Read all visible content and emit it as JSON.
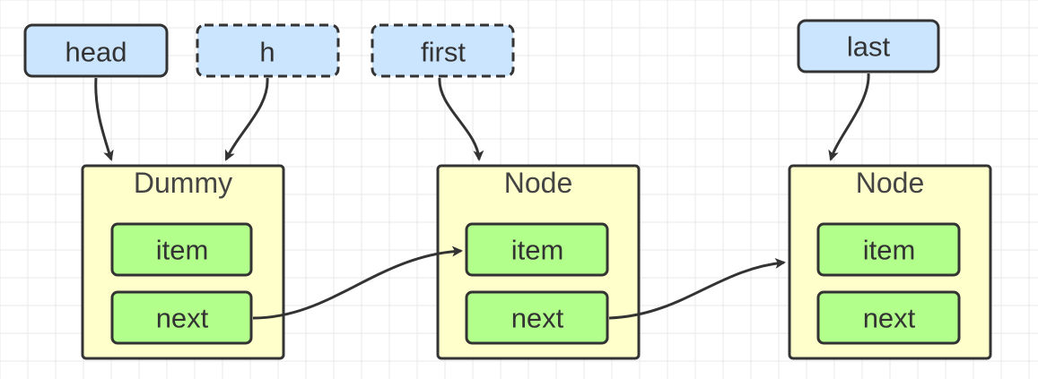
{
  "pointers": [
    {
      "id": "head",
      "label": "head",
      "style": "solid"
    },
    {
      "id": "h",
      "label": "h",
      "style": "dashed"
    },
    {
      "id": "first",
      "label": "first",
      "style": "dashed"
    },
    {
      "id": "last",
      "label": "last",
      "style": "solid"
    }
  ],
  "nodes": [
    {
      "id": "dummy",
      "title": "Dummy",
      "fields": [
        "item",
        "next"
      ]
    },
    {
      "id": "node1",
      "title": "Node",
      "fields": [
        "item",
        "next"
      ]
    },
    {
      "id": "node2",
      "title": "Node",
      "fields": [
        "item",
        "next"
      ]
    }
  ],
  "colors": {
    "pointer_fill": "#cce5ff",
    "node_fill": "#ffffcc",
    "field_fill": "#b3ff8c",
    "stroke": "#333333",
    "grid": "#e8e8e8"
  }
}
